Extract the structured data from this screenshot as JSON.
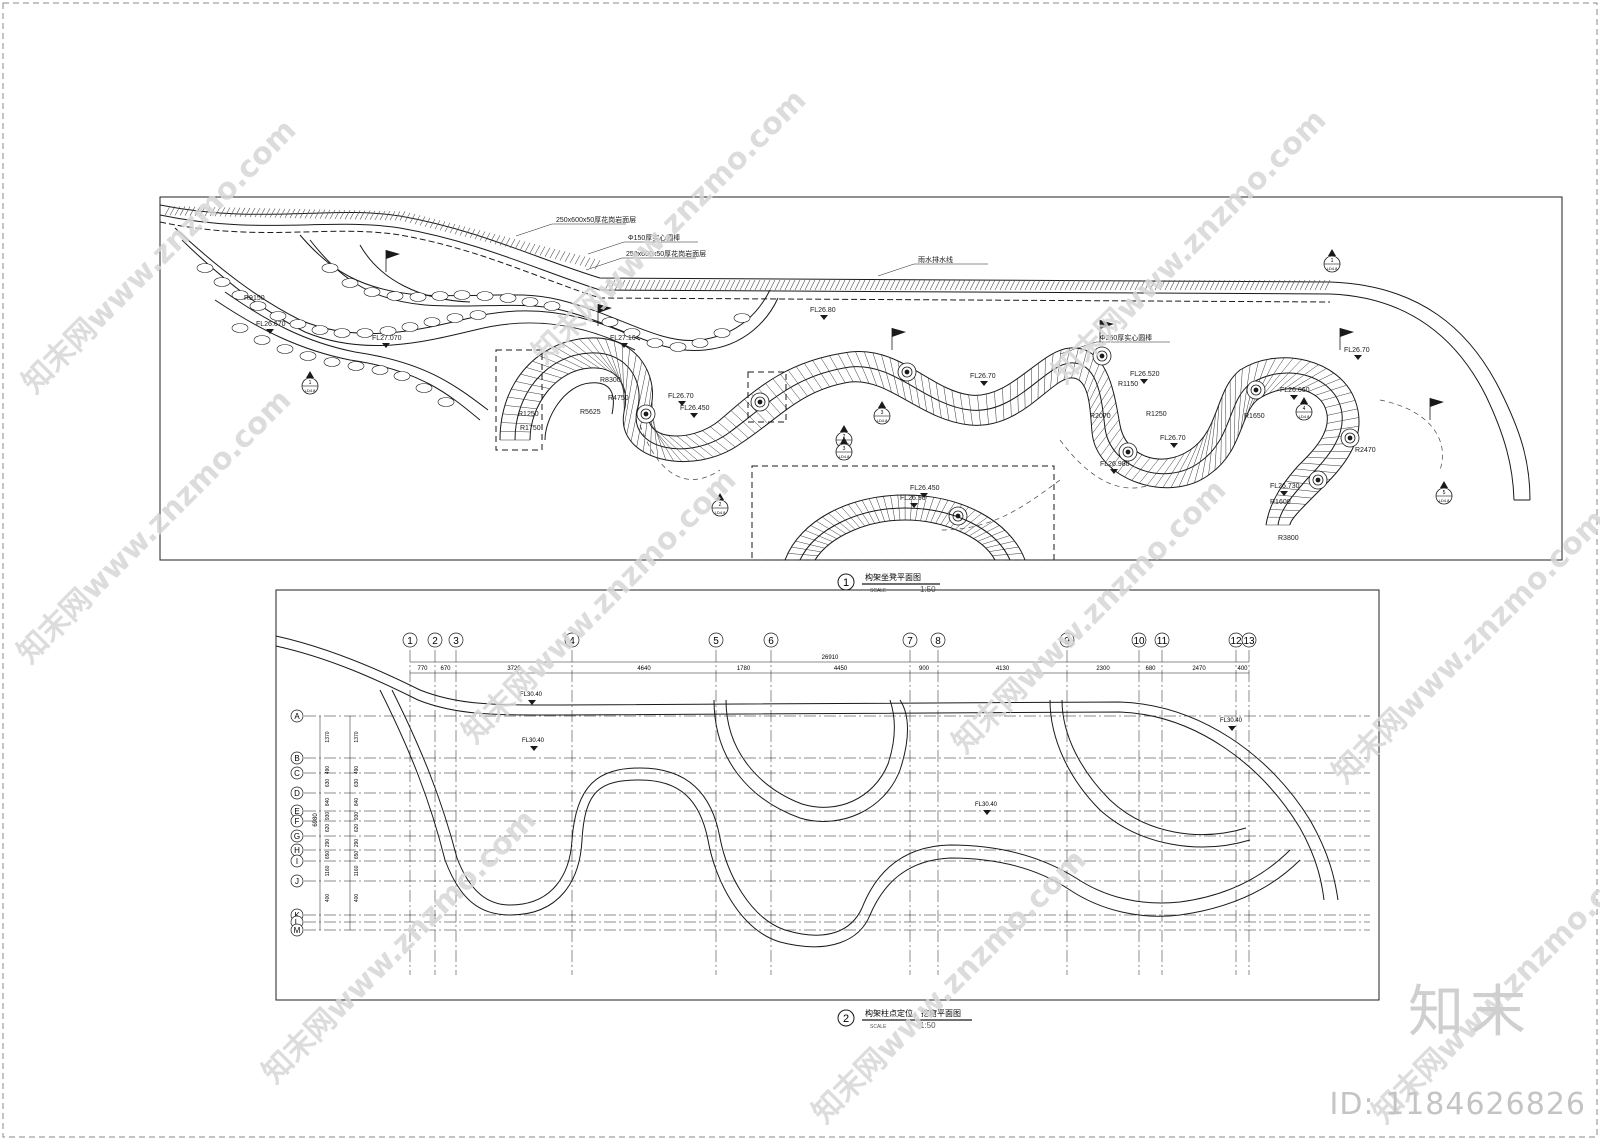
{
  "drawing1": {
    "number": "1",
    "title": "构架坐凳平面图",
    "scale_label": "SCALE",
    "scale": "1:50"
  },
  "drawing2": {
    "number": "2",
    "title": "构架柱点定位，挖窟平面图",
    "scale_label": "SCALE",
    "scale": "1:50",
    "grid_cols": [
      "1",
      "2",
      "3",
      "4",
      "5",
      "6",
      "7",
      "8",
      "9",
      "10",
      "11",
      "12",
      "13"
    ],
    "grid_rows": [
      "A",
      "B",
      "C",
      "D",
      "E",
      "F",
      "G",
      "H",
      "I",
      "J",
      "K",
      "L",
      "M"
    ],
    "total_dim": "26910",
    "col_dims": [
      "770",
      "670",
      "3720",
      "4640",
      "1780",
      "4450",
      "900",
      "4130",
      "2300",
      "680",
      "2470",
      "400"
    ],
    "row_dims": [
      "1370",
      "490",
      "630",
      "840",
      "930",
      "620",
      "290",
      "650",
      "1160",
      "400"
    ],
    "side_dim": "6980",
    "levels": [
      "FL30.40",
      "FL30.40",
      "FL30.40",
      "FL30.40"
    ]
  },
  "plan_labels": {
    "levels": [
      "FL26.670",
      "FL27.070",
      "FL27.16",
      "FL26.70",
      "FL26.450",
      "FL26.80",
      "FL26.70",
      "FL26.520",
      "FL26.980",
      "FL26.70",
      "FL26.660",
      "FL26.730",
      "FL26.450",
      "FL26.90",
      "FL26.70"
    ],
    "radii": [
      "R1250",
      "R1750",
      "R5625",
      "R8300",
      "R4750",
      "R9150",
      "R1150",
      "R2070",
      "R1250",
      "R1650",
      "R2470",
      "R1600",
      "R3800"
    ],
    "notes": [
      "250x600x50厚花岗岩面层",
      "Φ150厚实心圆棒",
      "250x600x50厚花岗岩面层",
      "雨水排水线",
      "Φ250厚实心圆棒"
    ],
    "sections": [
      "1",
      "2",
      "3",
      "4",
      "5"
    ],
    "detail_ref": "LD4.8"
  },
  "watermark": "知末网www.znzmo.com",
  "brand": "知末",
  "image_id": "ID: 1184626826",
  "colors": {
    "line": "#1a1a1a",
    "watermark": "#d4d4d4",
    "paper": "#ffffff"
  }
}
